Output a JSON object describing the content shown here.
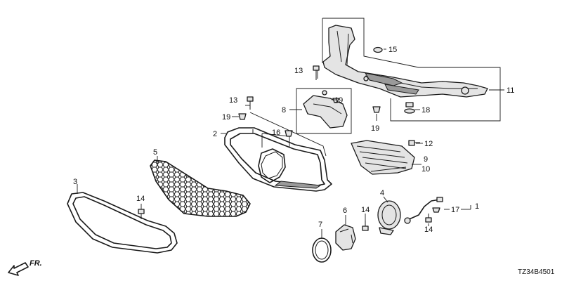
{
  "diagram": {
    "code": "TZ34B4501",
    "direction_label": "FR.",
    "callouts": [
      {
        "id": "c1",
        "text": "1"
      },
      {
        "id": "c2",
        "text": "2"
      },
      {
        "id": "c3",
        "text": "3"
      },
      {
        "id": "c4",
        "text": "4"
      },
      {
        "id": "c5",
        "text": "5"
      },
      {
        "id": "c6",
        "text": "6"
      },
      {
        "id": "c7",
        "text": "7"
      },
      {
        "id": "c8",
        "text": "8"
      },
      {
        "id": "c9",
        "text": "9"
      },
      {
        "id": "c10",
        "text": "10"
      },
      {
        "id": "c11",
        "text": "11"
      },
      {
        "id": "c12",
        "text": "12"
      },
      {
        "id": "c13a",
        "text": "13"
      },
      {
        "id": "c13b",
        "text": "13"
      },
      {
        "id": "c14a",
        "text": "14"
      },
      {
        "id": "c14b",
        "text": "14"
      },
      {
        "id": "c14c",
        "text": "14"
      },
      {
        "id": "c15",
        "text": "15"
      },
      {
        "id": "c16",
        "text": "16"
      },
      {
        "id": "c17",
        "text": "17"
      },
      {
        "id": "c18",
        "text": "18"
      },
      {
        "id": "c19a",
        "text": "19"
      },
      {
        "id": "c19b",
        "text": "19"
      },
      {
        "id": "c19c",
        "text": "19"
      }
    ]
  }
}
